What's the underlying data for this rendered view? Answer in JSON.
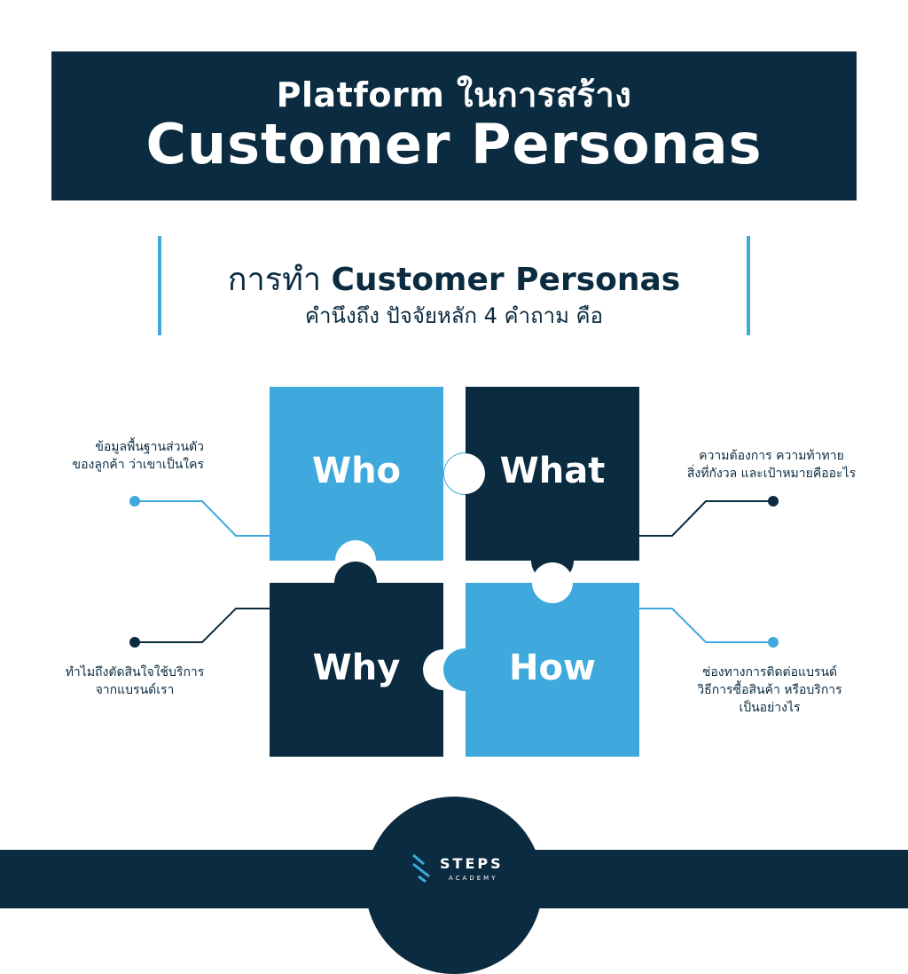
{
  "header": {
    "line1": "Platform ในการสร้าง",
    "line2": "Customer Personas"
  },
  "subtitle": {
    "prefix": "การทำ ",
    "bold": "Customer Personas",
    "line2": "คำนึงถึง ปัจจัยหลัก 4 คำถาม คือ"
  },
  "pieces": {
    "who": "Who",
    "what": "What",
    "why": "Why",
    "how": "How"
  },
  "descriptions": {
    "who": [
      "ข้อมูลพื้นฐานส่วนตัว",
      "ของลูกค้า ว่าเขาเป็นใคร"
    ],
    "what": [
      "ความต้องการ ความท้าทาย",
      "สิ่งที่กังวล และเป้าหมายคืออะไร"
    ],
    "why": [
      "ทำไมถึงตัดสินใจใช้บริการ",
      "จากแบรนด์เรา"
    ],
    "how": [
      "ช่องทางการติดต่อแบรนด์",
      "วิธีการซื้อสินค้า หรือบริการ",
      "เป็นอย่างไร"
    ]
  },
  "brand": {
    "name": "STEPS",
    "sub": "ACADEMY"
  },
  "colors": {
    "navy": "#0b2b40",
    "light_blue": "#3fa9dd",
    "white": "#ffffff"
  }
}
